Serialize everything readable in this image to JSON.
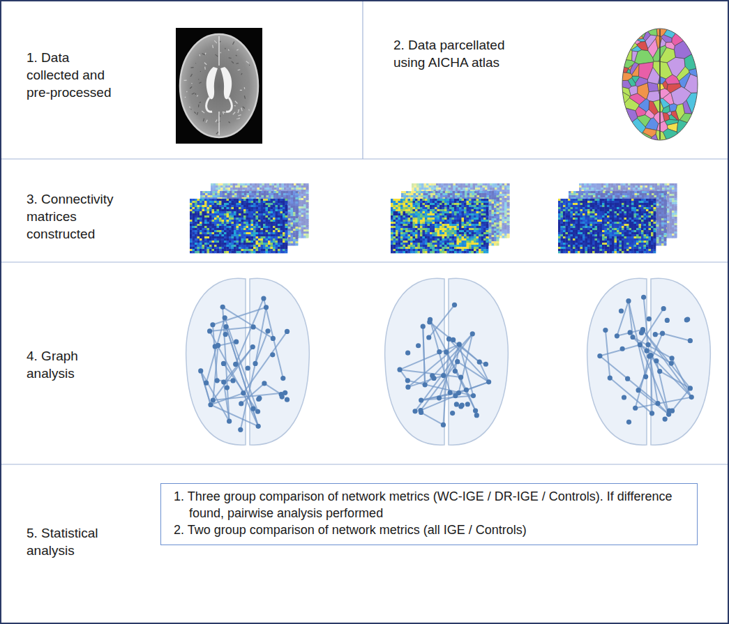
{
  "diagram": {
    "nodes": [
      {
        "text": [
          "1. Data collected and pre-processed"
        ]
      },
      {
        "text": [
          "2. Data parcellated using AICHA atlas"
        ]
      },
      {
        "text": [
          "3. Connectivity matrices constructed"
        ]
      },
      {
        "text": [
          "4. Graph analysis"
        ]
      },
      {
        "text": [
          "5. Statistical analysis"
        ]
      },
      {
        "text": [
          "1. Three group comparison of network metrics (WC-IGE / DR-IGE / Controls). If difference found, pairwise analysis performed",
          "2. Two group comparison of network metrics (all IGE / Controls)"
        ],
        "in": 4
      }
    ]
  }
}
